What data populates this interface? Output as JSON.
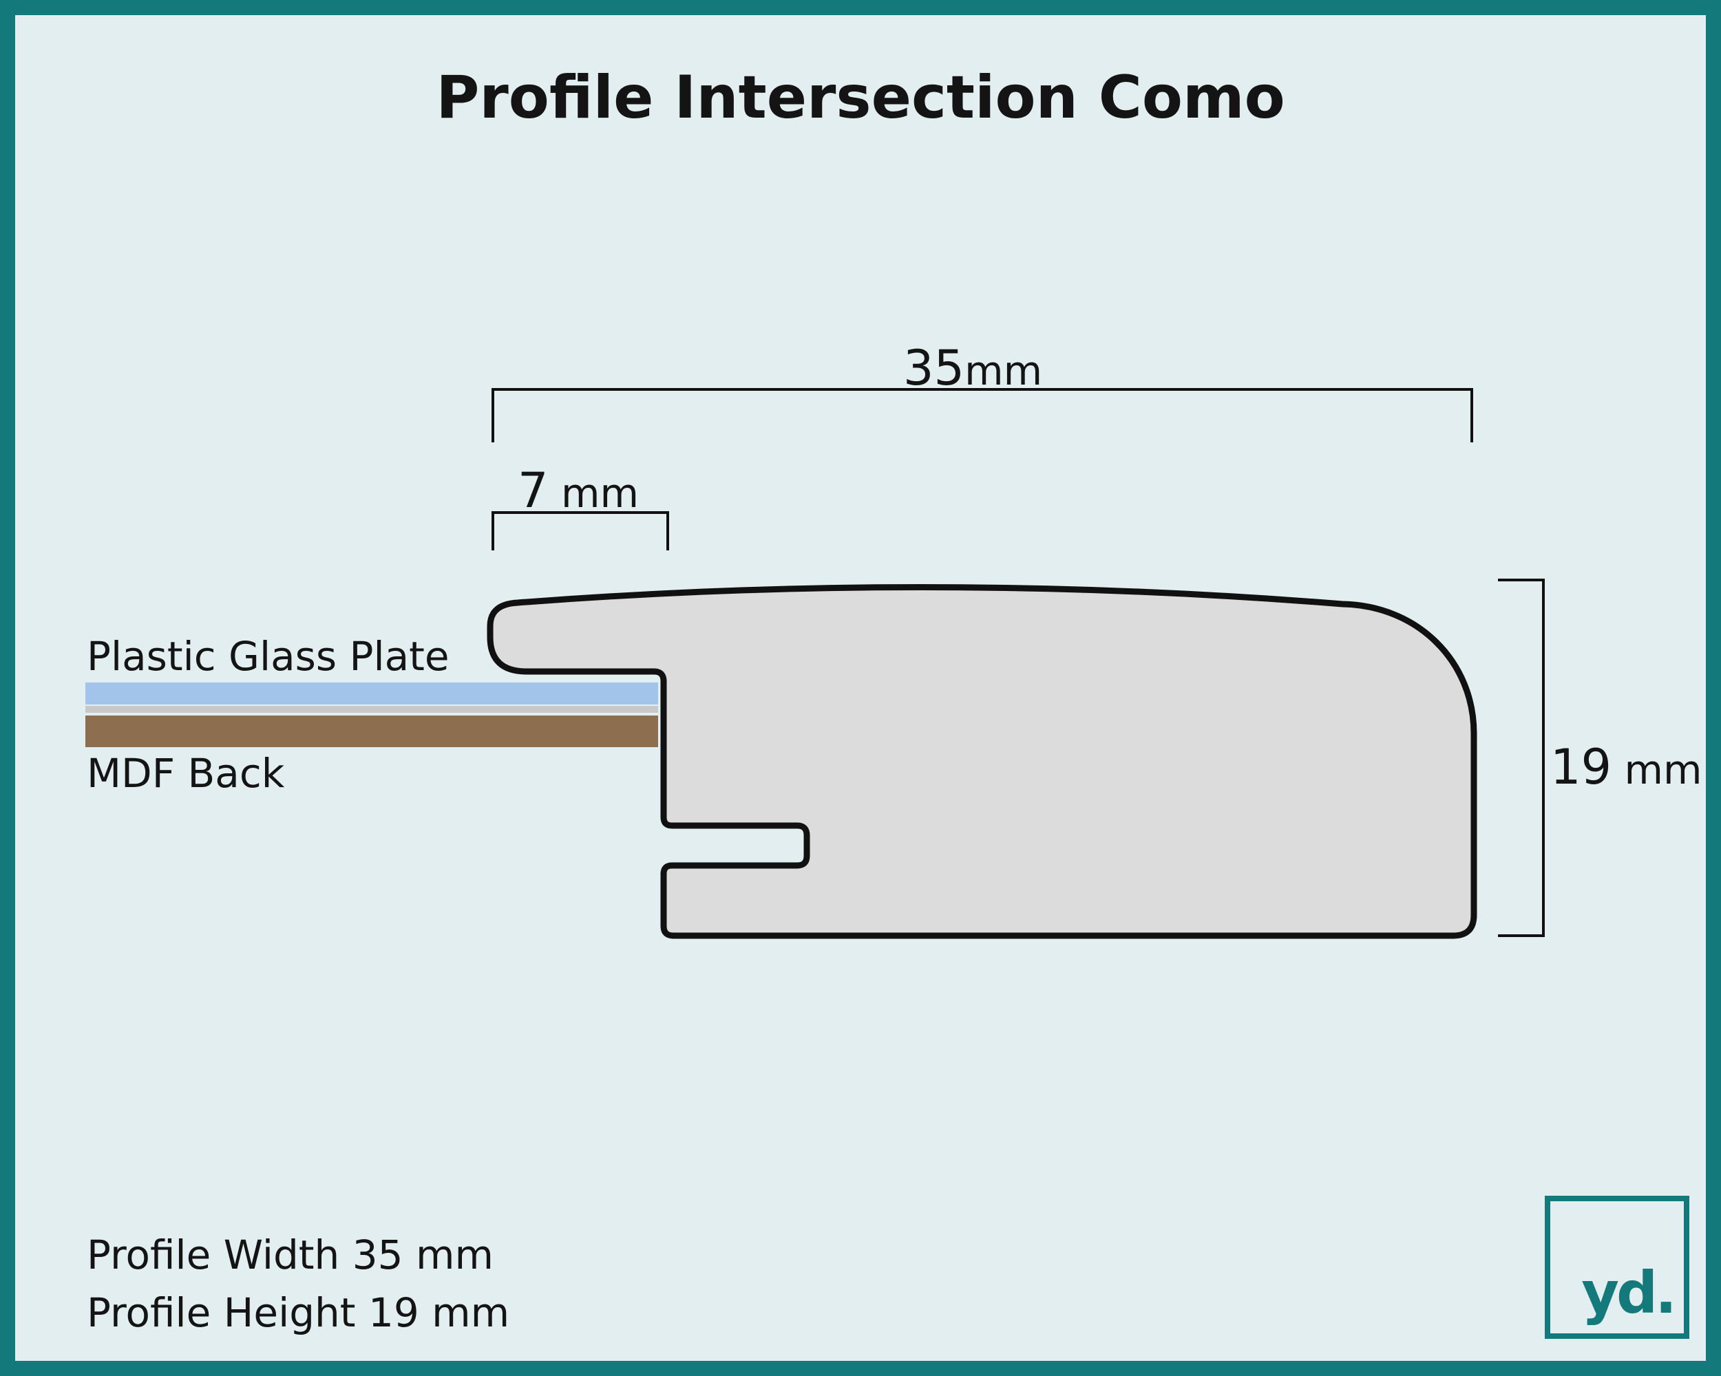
{
  "title": "Profile Intersection Como",
  "dimensions": {
    "width_top": {
      "value": "35",
      "unit": "mm"
    },
    "rabbet": {
      "value": "7",
      "unit": "mm"
    },
    "height": {
      "value": "19",
      "unit": "mm"
    }
  },
  "layers": {
    "glass_label": "Plastic Glass Plate",
    "back_label": "MDF Back"
  },
  "specs": {
    "width": "Profile Width 35 mm",
    "height": "Profile Height 19 mm"
  },
  "logo_text": "yd.",
  "colors": {
    "frame": "#13797a",
    "background": "#e2eef0",
    "profile_fill": "#dcdcdc",
    "glass": "#a3c4ea",
    "mdf": "#8d6e4e"
  }
}
